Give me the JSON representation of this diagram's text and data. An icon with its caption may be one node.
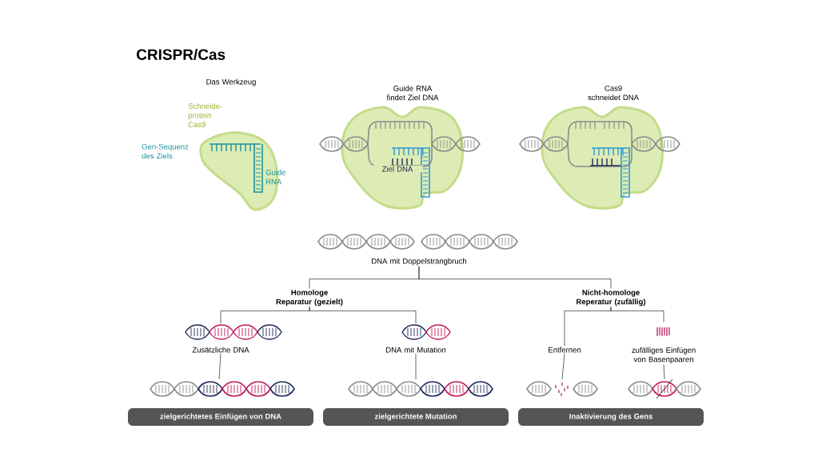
{
  "diagram": {
    "title": "CRISPR/Cas",
    "nodes": [
      {
        "text": [
          "DNA mit Doppelstrangbruch"
        ]
      },
      {
        "text": [
          "Homologe Reparatur (gezielt)"
        ]
      },
      {
        "text": [
          "Nicht-homologe Reperatur (zufällig)"
        ]
      },
      {
        "text": [
          "Zusätzliche DNA"
        ]
      },
      {
        "text": [
          "DNA mit Mutation"
        ]
      },
      {
        "text": [
          "Entfernen"
        ]
      },
      {
        "text": [
          "zufälliges Einfügen von Basenpaaren"
        ]
      },
      {
        "text": [],
        "shape": "picture"
      },
      {
        "text": [],
        "shape": "picture"
      },
      {
        "text": [],
        "shape": "picture"
      },
      {
        "text": [],
        "shape": "picture"
      },
      {
        "text": [
          "zielgerichtetes Einfügen von DNA"
        ]
      },
      {
        "text": [
          "zielgerichtete Mutation"
        ]
      },
      {
        "text": [
          "Inaktivierung des Gens"
        ]
      }
    ],
    "edges": [
      {
        "from": 0,
        "to": 1,
        "arrow": "none"
      },
      {
        "from": 0,
        "to": 2,
        "arrow": "none"
      },
      {
        "from": 1,
        "to": 3,
        "arrow": "none"
      },
      {
        "from": 1,
        "to": 4,
        "arrow": "none"
      },
      {
        "from": 2,
        "to": 5,
        "arrow": "none"
      },
      {
        "from": 2,
        "to": 6,
        "arrow": "none"
      },
      {
        "from": 3,
        "to": 7,
        "arrow": "none"
      },
      {
        "from": 4,
        "to": 8,
        "arrow": "none"
      },
      {
        "from": 5,
        "to": 9,
        "arrow": "none"
      },
      {
        "from": 6,
        "to": 10,
        "arrow": "none"
      }
    ],
    "labels": [
      "Das Werkzeug",
      "Schneide- protein Cas9",
      "Gen-Sequenz des Ziels",
      "Guide RNA",
      "Guide RNA findet Ziel DNA",
      "Ziel DNA",
      "Cas9 schneidet DNA"
    ]
  }
}
